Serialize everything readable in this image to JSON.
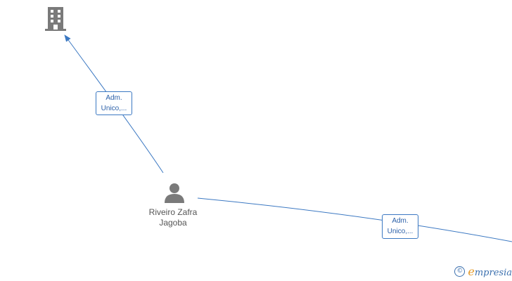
{
  "colors": {
    "edge": "#3b78c2",
    "icon": "#7a7a7a",
    "label_text": "#555555"
  },
  "nodes": {
    "company": {
      "icon": "building-icon"
    },
    "person": {
      "icon": "person-icon",
      "name_line1": "Riveiro Zafra",
      "name_line2": "Jagoba"
    }
  },
  "edges": [
    {
      "from": "person",
      "to": "company",
      "label_line1": "Adm.",
      "label_line2": "Unico,..."
    },
    {
      "from": "person",
      "to": "offscreen-right",
      "label_line1": "Adm.",
      "label_line2": "Unico,..."
    }
  ],
  "watermark": {
    "copyright_symbol": "©",
    "brand_initial": "e",
    "brand_rest": "mpresia"
  }
}
